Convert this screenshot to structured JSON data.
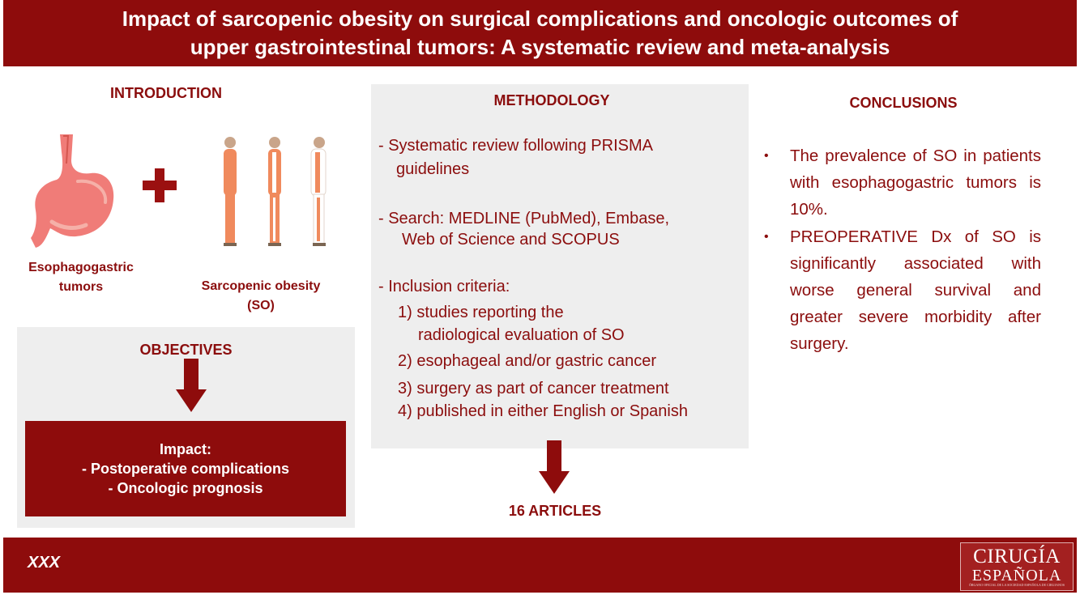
{
  "header": {
    "title_line1": "Impact of sarcopenic obesity on surgical complications and oncologic outcomes of",
    "title_line2": "upper gastrointestinal tumors: A systematic review and meta-analysis"
  },
  "introduction": {
    "title": "INTRODUCTION",
    "caption_left_line1": "Esophagogastric",
    "caption_left_line2": "tumors",
    "caption_right_line1": "Sarcopenic obesity",
    "caption_right_line2": "(SO)"
  },
  "objectives": {
    "title": "OBJECTIVES",
    "impact_line1": "Impact:",
    "impact_line2": "- Postoperative complications",
    "impact_line3": "- Oncologic prognosis"
  },
  "methodology": {
    "title": "METHODOLOGY",
    "item1_line1": "-  Systematic review following PRISMA",
    "item1_line2": "guidelines",
    "item2_line1": "-  Search: MEDLINE (PubMed), Embase,",
    "item2_line2": "Web of Science and SCOPUS",
    "item3_line1": "-  Inclusion criteria:",
    "criteria1_line1": "1) studies reporting the",
    "criteria1_line2": "radiological evaluation of SO",
    "criteria2": "2) esophageal and/or gastric cancer",
    "criteria3": "3) surgery as part of cancer treatment",
    "criteria4": "4) published in either English or Spanish",
    "result": "16 ARTICLES"
  },
  "conclusions": {
    "title": "CONCLUSIONS",
    "bullet_symbol": "•",
    "item1": "The prevalence of SO in patients with esophagogastric tumors is 10%.",
    "item2": "PREOPERATIVE Dx of SO is significantly associated with worse general survival and greater severe morbidity after surgery."
  },
  "footer": {
    "label": "XXX",
    "logo_line1": "CIRUGÍA",
    "logo_line2": "ESPAÑOLA",
    "logo_line3": "ÓRGANO OFICIAL DE LA SOCIEDAD ESPAÑOLA DE CIRUJANOS"
  },
  "colors": {
    "brand": "#8e0c0c",
    "panel": "#eeeeee",
    "stomach": "#f07c78",
    "figure": "#f08a5d"
  },
  "icons": [
    "stomach-icon",
    "plus-icon",
    "sarcopenic-figures-icon",
    "down-arrow-icon"
  ]
}
